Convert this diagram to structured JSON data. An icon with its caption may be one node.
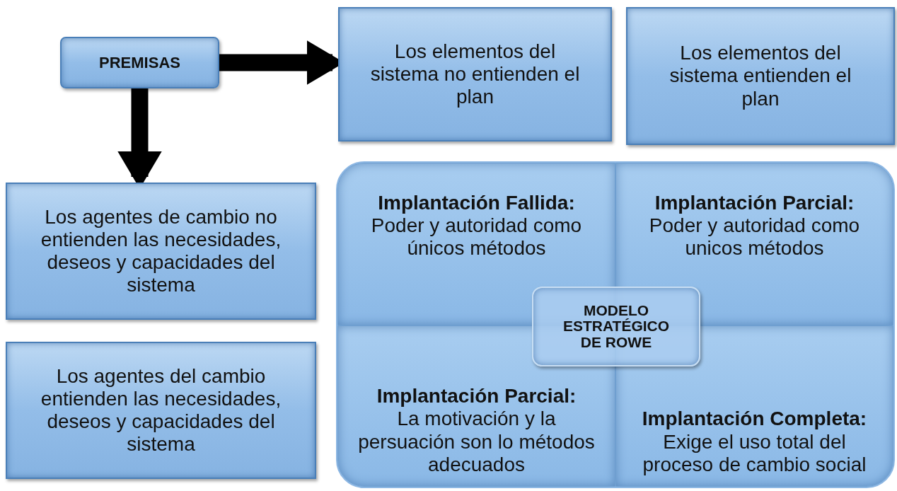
{
  "diagram": {
    "nodes": [
      {
        "text": [
          "PREMISAS"
        ]
      },
      {
        "text": [
          "Los elementos del sistema no entienden el plan"
        ]
      },
      {
        "text": [
          "Los elementos del sistema entienden el plan"
        ]
      },
      {
        "text": [
          "Los agentes de cambio no entienden las necesidades, deseos y capacidades del sistema"
        ]
      },
      {
        "text": [
          "Los agentes del cambio entienden las necesidades, deseos y capacidades del sistema"
        ]
      },
      {
        "text": [
          "Implantación Fallida:",
          "Poder y autoridad como únicos métodos"
        ]
      },
      {
        "text": [
          "Implantación Parcial:",
          "Poder y autoridad como unicos métodos"
        ]
      },
      {
        "text": [
          "Implantación Parcial:",
          "La motivación y la persuación son lo métodos adecuados"
        ]
      },
      {
        "text": [
          "**Implantación Completa:** Exige el uso total del proceso de cambio social"
        ]
      },
      {
        "text": [
          "MODELO ESTRATÉGICO DE ROWE"
        ]
      }
    ],
    "edges": [
      {
        "from": 0,
        "to": 1,
        "arrow": "to"
      },
      {
        "from": 0,
        "to": 3,
        "arrow": "to"
      }
    ]
  }
}
